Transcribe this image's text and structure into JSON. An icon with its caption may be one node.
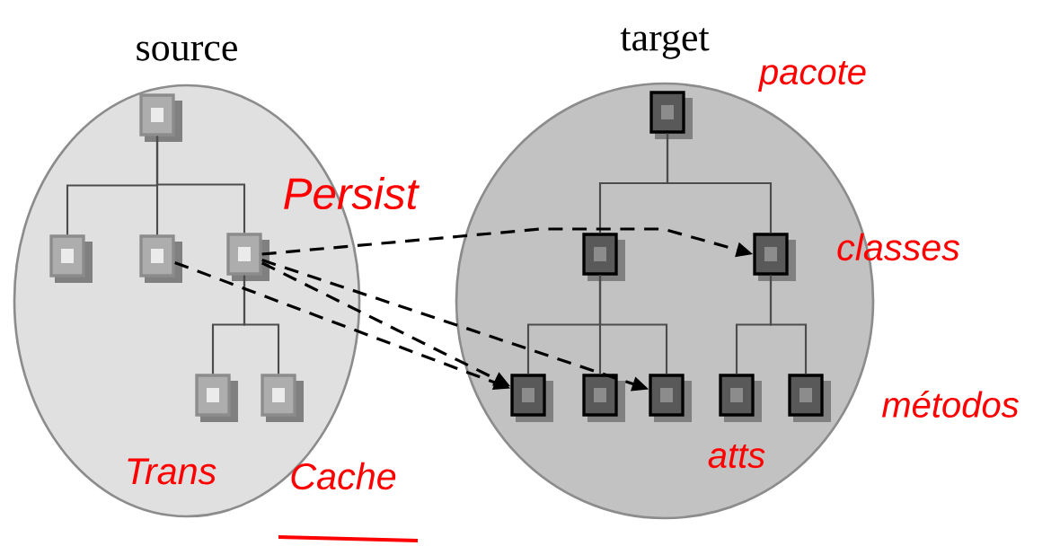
{
  "diagram": {
    "nodes": [
      {
        "text": [
          "source"
        ]
      },
      {
        "text": [],
        "shape": "box",
        "in": 0
      },
      {
        "text": [],
        "shape": "box",
        "in": 0
      },
      {
        "text": [],
        "shape": "box",
        "in": 0
      },
      {
        "text": [],
        "shape": "box",
        "in": 0
      },
      {
        "text": [],
        "shape": "box",
        "in": 0
      },
      {
        "text": [],
        "shape": "box",
        "in": 0
      },
      {
        "text": [
          "target"
        ]
      },
      {
        "text": [],
        "shape": "box",
        "in": 7
      },
      {
        "text": [],
        "shape": "box",
        "in": 7
      },
      {
        "text": [],
        "shape": "box",
        "in": 7
      },
      {
        "text": [],
        "shape": "box",
        "in": 7
      },
      {
        "text": [],
        "shape": "box",
        "in": 7
      },
      {
        "text": [],
        "shape": "box",
        "in": 7
      },
      {
        "text": [],
        "shape": "box",
        "in": 7
      },
      {
        "text": [],
        "shape": "box",
        "in": 7
      }
    ],
    "edges": [
      {
        "from": 1,
        "to": 2,
        "arrow": "none"
      },
      {
        "from": 1,
        "to": 3,
        "arrow": "none"
      },
      {
        "from": 1,
        "to": 4,
        "arrow": "none"
      },
      {
        "from": 4,
        "to": 5,
        "arrow": "none"
      },
      {
        "from": 4,
        "to": 6,
        "arrow": "none"
      },
      {
        "from": 8,
        "to": 9,
        "arrow": "none"
      },
      {
        "from": 8,
        "to": 10,
        "arrow": "none"
      },
      {
        "from": 9,
        "to": 11,
        "arrow": "none"
      },
      {
        "from": 9,
        "to": 12,
        "arrow": "none"
      },
      {
        "from": 9,
        "to": 13,
        "arrow": "none"
      },
      {
        "from": 10,
        "to": 14,
        "arrow": "none"
      },
      {
        "from": 10,
        "to": 15,
        "arrow": "none"
      },
      {
        "from": 4,
        "to": 10,
        "arrow": "to",
        "style": "dashed"
      },
      {
        "from": 4,
        "to": 11,
        "arrow": "to",
        "style": "dashed"
      },
      {
        "from": 4,
        "to": 13,
        "arrow": "to",
        "style": "dashed"
      },
      {
        "from": 3,
        "to": 11,
        "arrow": "to",
        "style": "dashed"
      }
    ],
    "labels": [
      "pacote",
      "Persist",
      "classes",
      "métodos",
      "atts",
      "Trans",
      "Cache"
    ]
  }
}
